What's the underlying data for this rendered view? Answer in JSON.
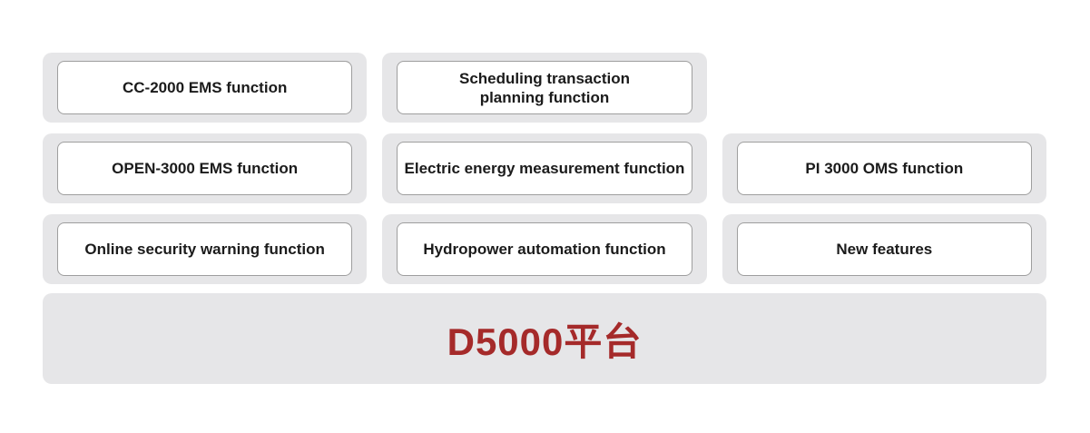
{
  "colors": {
    "page_background": "#ffffff",
    "card_background": "#e6e6e8",
    "box_background": "#ffffff",
    "box_border": "#9e9e9e",
    "label_text": "#1b1b1b",
    "platform_text": "#a52a2a"
  },
  "diagram": {
    "rows": [
      {
        "boxes": [
          {
            "label": "CC-2000 EMS function"
          },
          {
            "label": [
              "Scheduling transaction",
              "planning function"
            ]
          }
        ]
      },
      {
        "boxes": [
          {
            "label": "OPEN-3000 EMS function"
          },
          {
            "label": "Electric energy measurement function"
          },
          {
            "label": "PI 3000 OMS function"
          }
        ]
      },
      {
        "boxes": [
          {
            "label": "Online security warning function"
          },
          {
            "label": "Hydropower automation function"
          },
          {
            "label": "New features"
          }
        ]
      }
    ],
    "platform": {
      "label": "D5000平台"
    }
  }
}
